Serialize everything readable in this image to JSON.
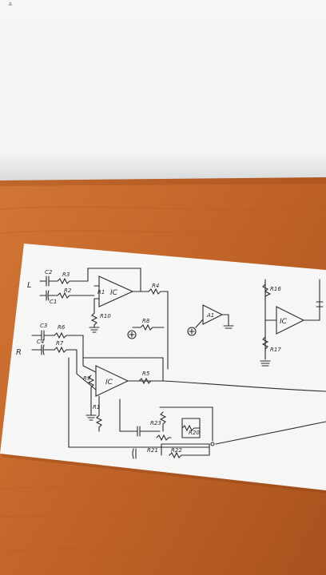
{
  "photo": {
    "subject": "hand-drawn-schematic-on-paper",
    "colors": {
      "table_base": "#c4662a",
      "table_dark": "#a9521e",
      "table_light": "#d77d3a",
      "top_paper": "#f3f4f4",
      "top_paper_shadow": "#d8dadb",
      "schematic_paper": "#f6f6f5",
      "ink": "#2a2a2e",
      "ink_light": "#5a5a60"
    }
  },
  "schematic": {
    "labels": {
      "c2": "C2",
      "r3": "R3",
      "l": "L",
      "c1": "C1",
      "r2": "R2",
      "r1": "R1",
      "ic1": "IC",
      "r4": "R4",
      "r10": "R10",
      "r8": "R8",
      "a1": "A1",
      "r16": "R16",
      "ic3": "IC",
      "r17": "R17",
      "c3": "C3",
      "r6": "R6",
      "r": "R",
      "c4": "C4",
      "r7": "R7",
      "r9": "R9",
      "ic2": "IC",
      "r5": "R5",
      "r1b": "R1",
      "r23": "R23",
      "r20": "R20",
      "r21": "R21",
      "r22": "R22"
    }
  }
}
